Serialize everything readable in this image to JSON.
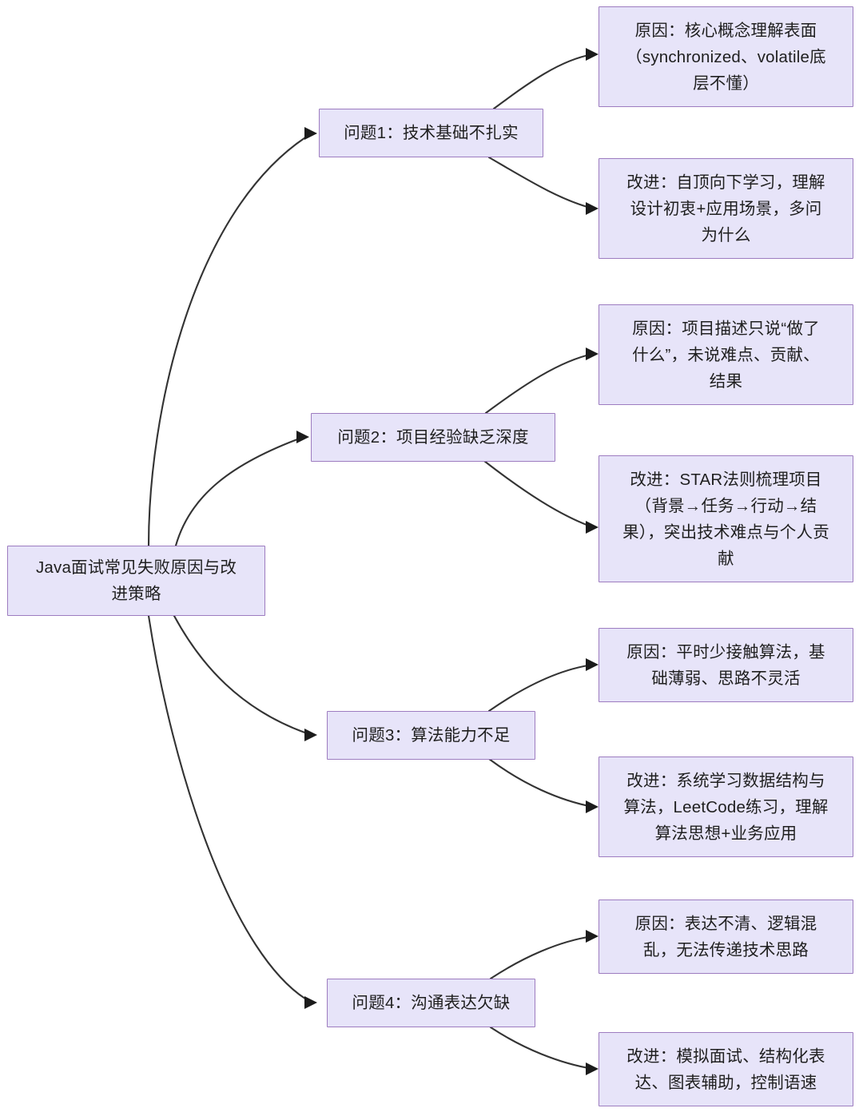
{
  "diagram": {
    "type": "mindmap-flowchart",
    "direction": "left-to-right",
    "colors": {
      "node_fill": "#e7e4f9",
      "node_border": "#9d7cc0",
      "edge_stroke": "#333333",
      "text": "#1f1f1f",
      "background": "#ffffff"
    },
    "root": {
      "id": "root",
      "label": "Java面试常见失败原因与改\n进策略"
    },
    "branches": [
      {
        "id": "problem-1",
        "label": "问题1：技术基础不扎实",
        "children": [
          {
            "id": "problem-1-cause",
            "kind": "cause",
            "label": "原因：核心概念理解表面\n（synchronized、volatile底\n层不懂）"
          },
          {
            "id": "problem-1-improvement",
            "kind": "improvement",
            "label": "改进：自顶向下学习，理解\n设计初衷+应用场景，多问\n为什么"
          }
        ]
      },
      {
        "id": "problem-2",
        "label": "问题2：项目经验缺乏深度",
        "children": [
          {
            "id": "problem-2-cause",
            "kind": "cause",
            "label": "原因：项目描述只说“做了\n什么”，未说难点、贡献、\n结果"
          },
          {
            "id": "problem-2-improvement",
            "kind": "improvement",
            "label": "改进：STAR法则梳理项目\n（背景→任务→行动→结\n果），突出技术难点与个人贡\n献"
          }
        ]
      },
      {
        "id": "problem-3",
        "label": "问题3：算法能力不足",
        "children": [
          {
            "id": "problem-3-cause",
            "kind": "cause",
            "label": "原因：平时少接触算法，基\n础薄弱、思路不灵活"
          },
          {
            "id": "problem-3-improvement",
            "kind": "improvement",
            "label": "改进：系统学习数据结构与\n算法，LeetCode练习，理解\n算法思想+业务应用"
          }
        ]
      },
      {
        "id": "problem-4",
        "label": "问题4：沟通表达欠缺",
        "children": [
          {
            "id": "problem-4-cause",
            "kind": "cause",
            "label": "原因：表达不清、逻辑混\n乱，无法传递技术思路"
          },
          {
            "id": "problem-4-improvement",
            "kind": "improvement",
            "label": "改进：模拟面试、结构化表\n达、图表辅助，控制语速"
          }
        ]
      }
    ]
  }
}
